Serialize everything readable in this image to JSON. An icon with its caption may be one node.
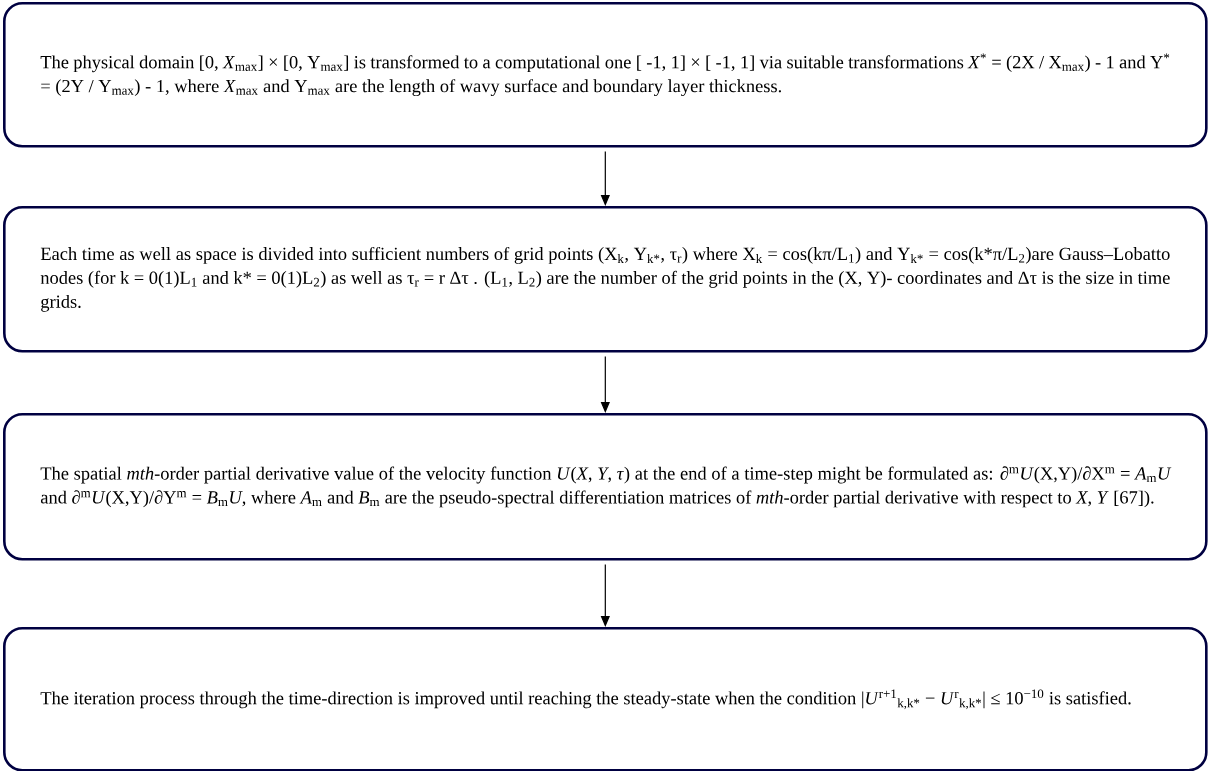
{
  "diagram": {
    "nodes": [
      {
        "text": [
          "The physical domain [0, *X*$_{max}$] × [0, Y$_{max}$] is transformed to a computational one [ -1, 1] × [ -1, 1] via suitable transformations *X*$^{*}$ = (2X / X$_{max}$) - 1 and Y$^{*}$ = (2Y / Y$_{max}$) - 1, where *X*$_{max}$ and Y$_{max}$ are the length of wavy surface and boundary layer thickness."
        ]
      },
      {
        "text": [
          "Each time as well as space is divided into sufficient numbers of grid points (X$_{k}$, Y$_{k*}$, τ$_{r}$) where X$_{k}$ = cos(kπ/L$_{1}$) and Y$_{k*}$ = cos(k*π/L$_{2}$)are Gauss–Lobatto nodes (for k = 0(1)L$_{1}$ and k* = 0(1)L$_{2}$) as well as τ$_{r}$ = r Δτ . (L$_{1}$, L$_{2}$) are the number of the grid points in the (X, Y)- coordinates and Δτ is the size in time grids."
        ]
      },
      {
        "text": [
          "The spatial *mth*-order partial derivative value of the velocity function *U*(*X*, *Y*, *τ*) at the end of a time-step might be formulated as: ∂$^{m}$*U*(X,Y)/∂X$^{m}$ = *A*$_{m}$*U* and ∂$^{m}$*U*(X,Y)/∂Y$^{m}$ = *B*$_{m}$*U*, where *A*$_{m}$ and *B*$_{m}$ are the pseudo-spectral differentiation matrices of *mth*-order partial derivative with respect to *X*, *Y* [67])."
        ]
      },
      {
        "text": [
          "The iteration process through the time-direction is improved until reaching the steady-state when the condition |*U*$^{r+1}$$_{k,k*}$ − *U*$^{r}$$_{k,k*}$| ≤ 10$^{−10}$ is satisfied."
        ]
      }
    ],
    "edges": [
      {
        "from": 0,
        "to": 1,
        "arrow": "to"
      },
      {
        "from": 1,
        "to": 2,
        "arrow": "to"
      },
      {
        "from": 2,
        "to": 3,
        "arrow": "to"
      }
    ]
  }
}
